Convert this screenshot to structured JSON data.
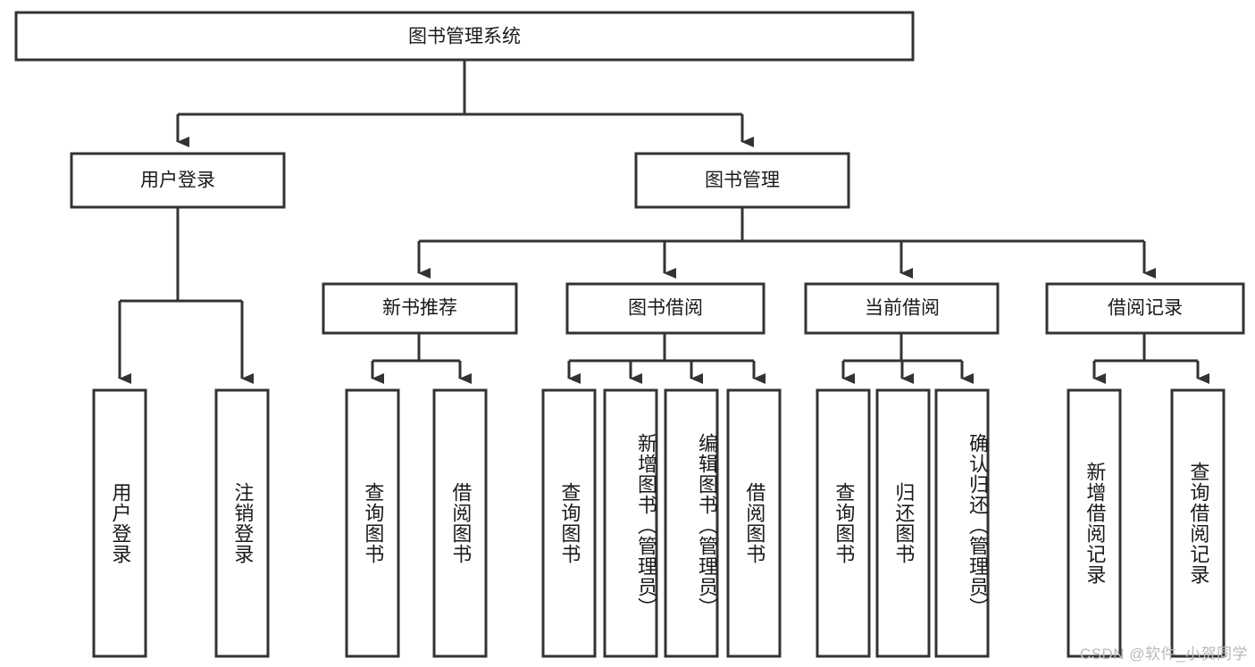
{
  "diagram": {
    "title": "图书管理系统",
    "type": "hierarchy-tree",
    "root": {
      "id": "root",
      "label": "图书管理系统",
      "orientation": "horizontal"
    },
    "level1": [
      {
        "id": "user-login",
        "label": "用户登录",
        "orientation": "horizontal"
      },
      {
        "id": "book-management",
        "label": "图书管理",
        "orientation": "horizontal"
      }
    ],
    "level2": [
      {
        "id": "new-book-recommend",
        "label": "新书推荐",
        "parent": "book-management",
        "orientation": "horizontal"
      },
      {
        "id": "book-borrow",
        "label": "图书借阅",
        "parent": "book-management",
        "orientation": "horizontal"
      },
      {
        "id": "current-borrow",
        "label": "当前借阅",
        "parent": "book-management",
        "orientation": "horizontal"
      },
      {
        "id": "borrow-record",
        "label": "借阅记录",
        "parent": "book-management",
        "orientation": "horizontal"
      }
    ],
    "leaves": [
      {
        "id": "leaf-user-login",
        "label": "用户登录",
        "parent": "user-login",
        "orientation": "vertical"
      },
      {
        "id": "leaf-logout",
        "label": "注销登录",
        "parent": "user-login",
        "orientation": "vertical"
      },
      {
        "id": "leaf-query-book-1",
        "label": "查询图书",
        "parent": "new-book-recommend",
        "orientation": "vertical"
      },
      {
        "id": "leaf-borrow-book-1",
        "label": "借阅图书",
        "parent": "new-book-recommend",
        "orientation": "vertical"
      },
      {
        "id": "leaf-query-book-2",
        "label": "查询图书",
        "parent": "book-borrow",
        "orientation": "vertical"
      },
      {
        "id": "leaf-add-book",
        "label": "新增图书（管理员）",
        "parent": "book-borrow",
        "orientation": "vertical"
      },
      {
        "id": "leaf-edit-book",
        "label": "编辑图书（管理员）",
        "parent": "book-borrow",
        "orientation": "vertical"
      },
      {
        "id": "leaf-borrow-book-2",
        "label": "借阅图书",
        "parent": "book-borrow",
        "orientation": "vertical"
      },
      {
        "id": "leaf-query-book-3",
        "label": "查询图书",
        "parent": "current-borrow",
        "orientation": "vertical"
      },
      {
        "id": "leaf-return-book",
        "label": "归还图书",
        "parent": "current-borrow",
        "orientation": "vertical"
      },
      {
        "id": "leaf-confirm-return",
        "label": "确认归还（管理员）",
        "parent": "current-borrow",
        "orientation": "vertical"
      },
      {
        "id": "leaf-add-record",
        "label": "新增借阅记录",
        "parent": "borrow-record",
        "orientation": "vertical"
      },
      {
        "id": "leaf-query-record",
        "label": "查询借阅记录",
        "parent": "borrow-record",
        "orientation": "vertical"
      }
    ],
    "colors": {
      "stroke": "#333333",
      "fill": "#ffffff",
      "text": "#1a1a1a",
      "background": "#ffffff",
      "watermark": "#b9b9b9"
    }
  },
  "watermark": {
    "text": "CSDN @软件_小贺同学"
  }
}
